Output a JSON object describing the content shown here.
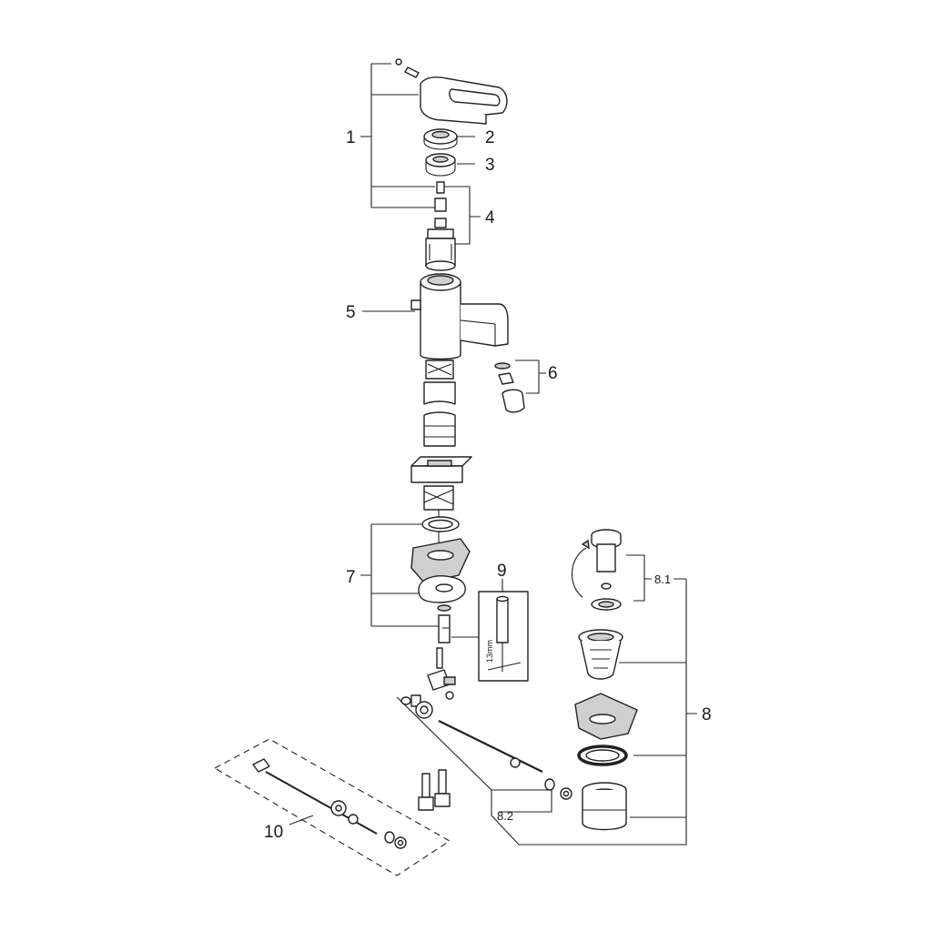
{
  "diagram": {
    "callouts": {
      "c1": "1",
      "c2": "2",
      "c3": "3",
      "c4": "4",
      "c5": "5",
      "c6": "6",
      "c7": "7",
      "c8": "8",
      "c8_1": "8.1",
      "c8_2": "8.2",
      "c9": "9",
      "c10": "10"
    },
    "tool_size_label": "13mm"
  }
}
